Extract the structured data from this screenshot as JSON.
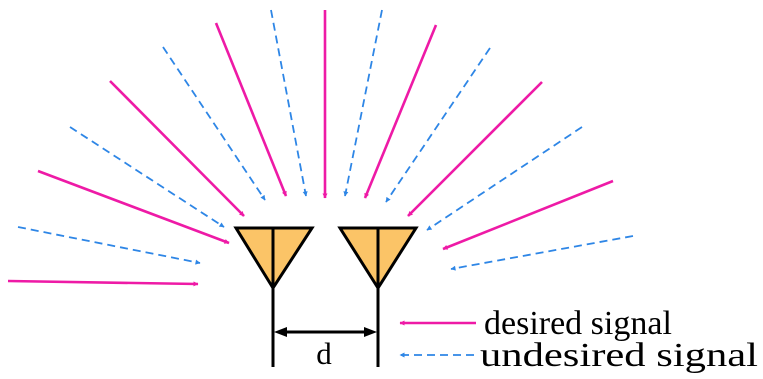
{
  "diagram": {
    "spacing_label": "d",
    "legend": {
      "desired": {
        "label": "desired signal",
        "color": "#ee1aa6",
        "style": "solid"
      },
      "undesired": {
        "label": "undesired signal",
        "color": "#2e86e6",
        "style": "dashed"
      }
    },
    "antenna_fill": "#fbc467"
  }
}
